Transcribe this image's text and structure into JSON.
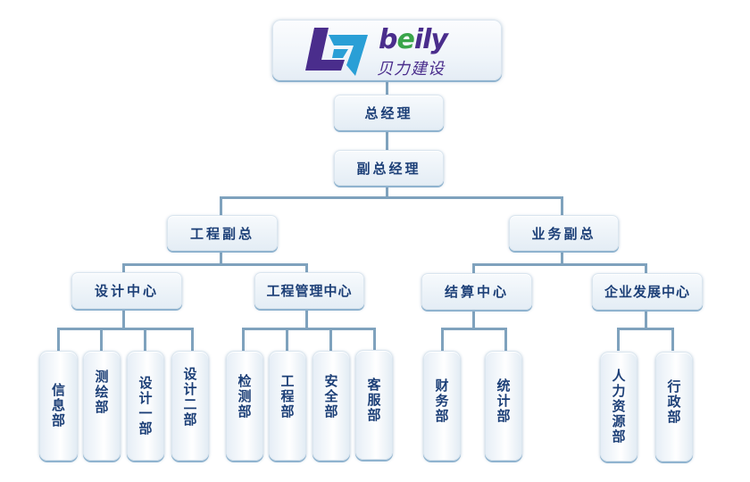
{
  "logo": {
    "brand": "beily",
    "brand_prefix": "b",
    "brand_accent": "e",
    "brand_suffix": "ily",
    "chinese_name": "贝力建设",
    "colors": {
      "purple": "#4a2d8c",
      "blue": "#2a9fd6",
      "green": "#3aa54a"
    }
  },
  "org": {
    "general_manager": "总经理",
    "deputy_general_manager": "副总经理",
    "vps": [
      {
        "label": "工程副总",
        "centers": [
          {
            "label": "设计中心",
            "departments": [
              "信息部",
              "测绘部",
              "设计一部",
              "设计二部"
            ]
          },
          {
            "label": "工程管理中心",
            "departments": [
              "检测部",
              "工程部",
              "安全部",
              "客服部"
            ]
          }
        ]
      },
      {
        "label": "业务副总",
        "centers": [
          {
            "label": "结算中心",
            "departments": [
              "财务部",
              "统计部"
            ]
          },
          {
            "label": "企业发展中心",
            "departments": [
              "人力资源部",
              "行政部"
            ]
          }
        ]
      }
    ]
  },
  "colors": {
    "connector": "#7fa2bd",
    "text": "#1c3f77"
  }
}
